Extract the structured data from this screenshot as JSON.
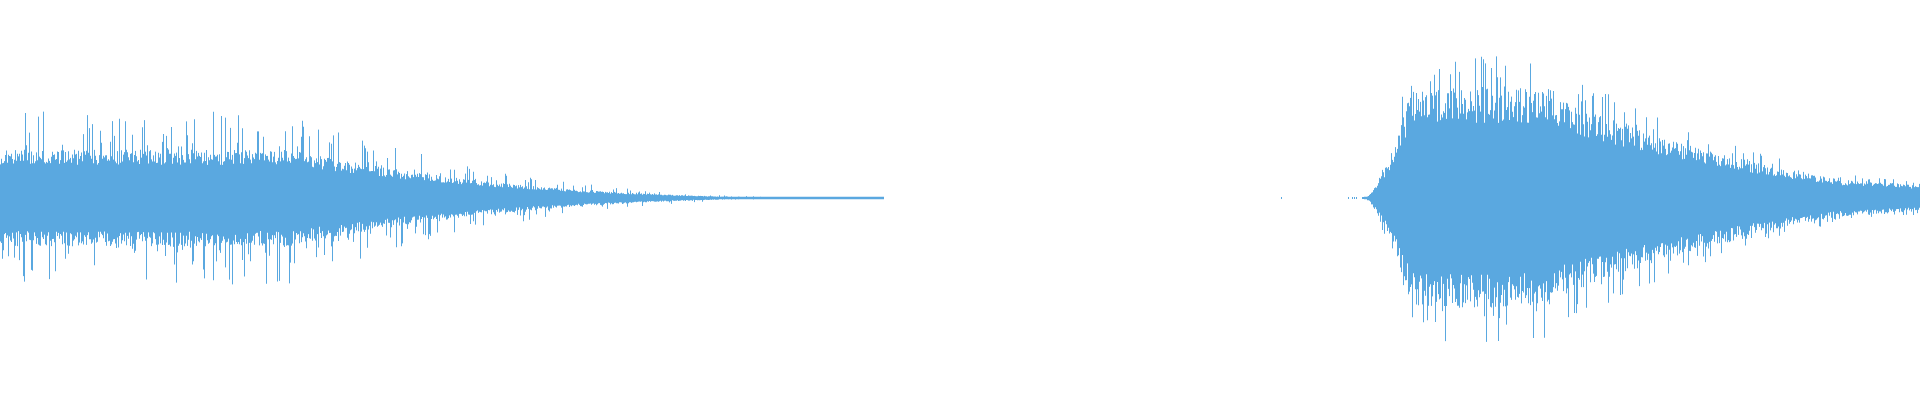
{
  "waveform": {
    "color": "#5aa8e0",
    "background": "#ffffff",
    "segments": [
      {
        "label": "decaying-burst",
        "start": 0.0,
        "attack_end": 0.0,
        "sustain_end": 0.15,
        "end": 0.46,
        "peak": 0.44,
        "core": 0.22
      },
      {
        "label": "gap",
        "start": 0.46,
        "end": 0.71
      },
      {
        "label": "rising-burst",
        "start": 0.71,
        "attack_end": 0.735,
        "sustain_end": 0.81,
        "end": 1.0,
        "peak": 0.72,
        "core": 0.5,
        "tail": 0.1
      }
    ]
  }
}
